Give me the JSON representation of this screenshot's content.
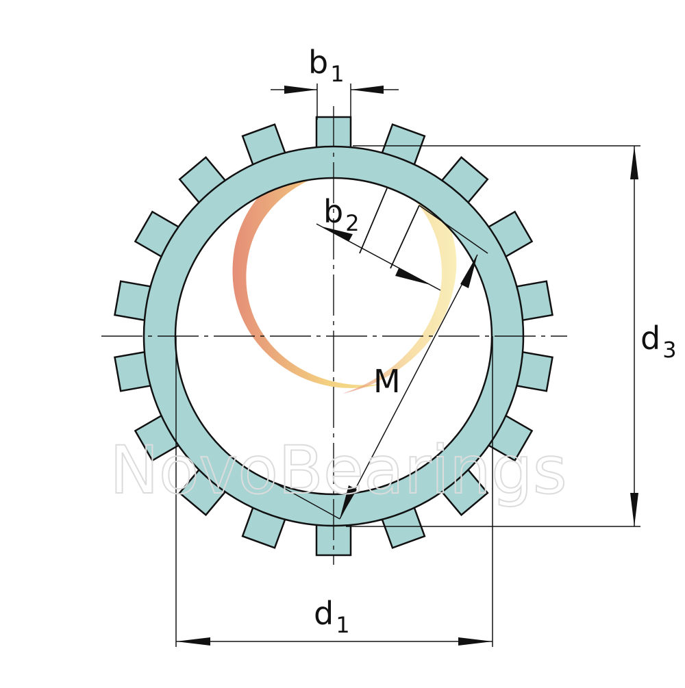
{
  "drawing": {
    "part_fill": "#a9d4d4",
    "outline_color": "#111111",
    "tab_count": 18
  },
  "labels": {
    "b1": {
      "base": "b",
      "sub": "1"
    },
    "b2": {
      "base": "b",
      "sub": "2"
    },
    "d3": {
      "base": "d",
      "sub": "3"
    },
    "d1": {
      "base": "d",
      "sub": "1"
    },
    "m": "M"
  },
  "watermark": {
    "text": "NovoBearings",
    "colors": [
      "#e07a5f",
      "#f2c96b",
      "#f5e28a"
    ]
  }
}
